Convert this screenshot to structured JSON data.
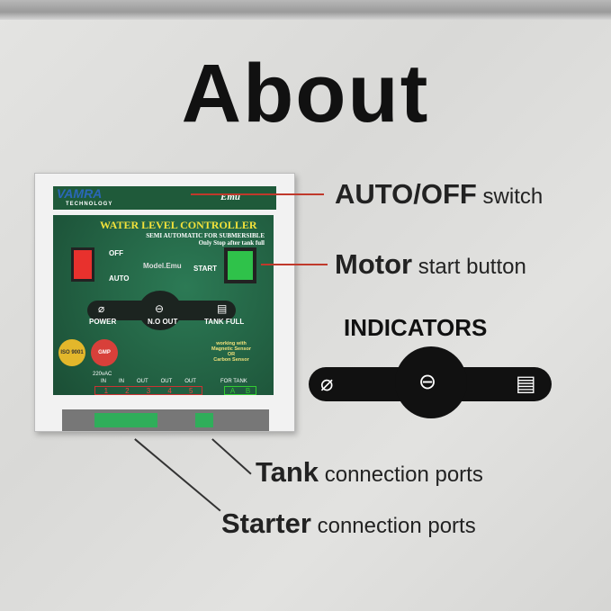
{
  "title": "About",
  "device": {
    "brand": "VAMRA",
    "brand_sub": "TECHNOLOGY",
    "model_badge": "Emu",
    "heading": "WATER LEVEL CONTROLLER",
    "subheading": "SEMI AUTOMATIC FOR SUBMERSIBLE",
    "subnote": "Only Stop after tank full",
    "switch_off": "OFF",
    "switch_auto": "AUTO",
    "model": "Model.Emu",
    "start": "START",
    "indicators": [
      "POWER",
      "N.O OUT",
      "TANK FULL"
    ],
    "seal_iso": "ISO 9001",
    "seal_gmp": "GMP",
    "sensor_note": [
      "working with",
      "Magnetic Sensor",
      "OR",
      "Carbon Sensor"
    ],
    "terminal_note": "220vAC",
    "terminal_labels": [
      "IN",
      "IN",
      "OUT",
      "OUT",
      "OUT"
    ],
    "terminal_numbers": [
      "1",
      "2",
      "3",
      "4",
      "5"
    ],
    "tank_label": "FOR TANK",
    "tank_terminals": [
      "A",
      "B"
    ]
  },
  "callouts": {
    "auto_off_bold": "AUTO/OFF",
    "auto_off_rest": "switch",
    "motor_bold": "Motor",
    "motor_rest": "start button",
    "indicators_title": "INDICATORS",
    "tank_bold": "Tank",
    "tank_rest": "connection ports",
    "starter_bold": "Starter",
    "starter_rest": "connection ports"
  },
  "icons": [
    "power-icon",
    "no-out-icon",
    "tank-full-icon"
  ],
  "colors": {
    "accent_line": "#c0392b",
    "panel_green": "#1f5a3a",
    "switch_red": "#e8312d",
    "button_green": "#2fc24a"
  }
}
